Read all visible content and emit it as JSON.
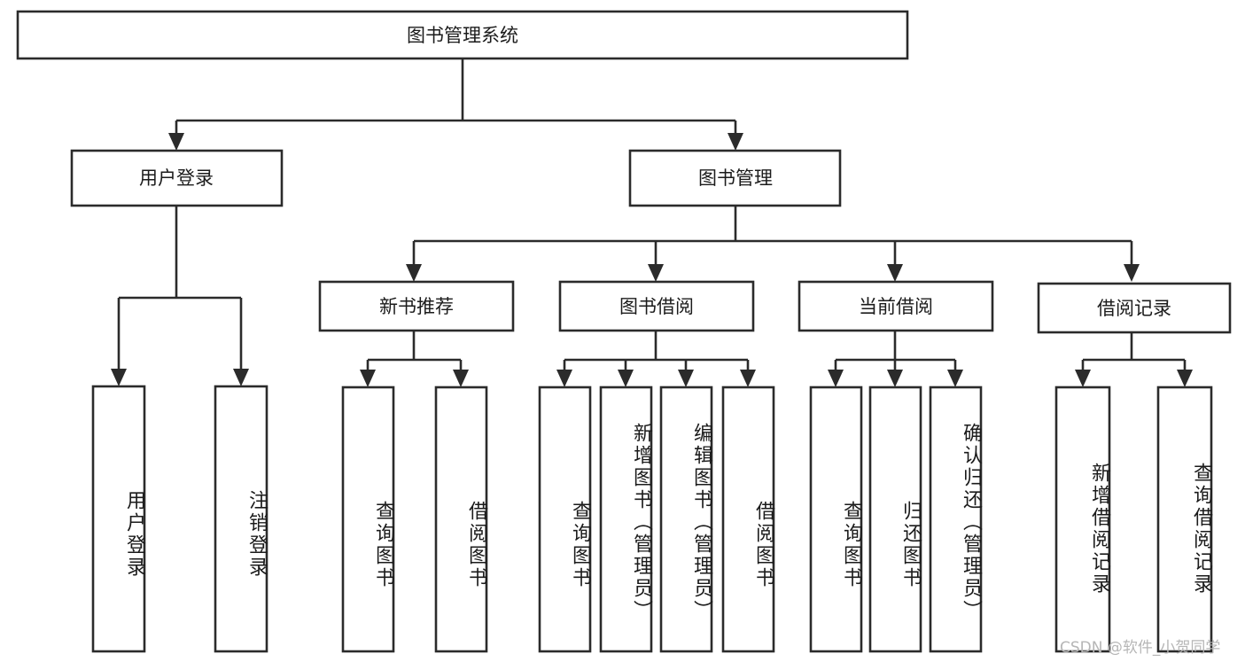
{
  "diagram": {
    "title": "图书管理系统",
    "type": "tree",
    "orientation": "top-down",
    "colors": {
      "box_stroke": "#2b2b2b",
      "box_fill": "#ffffff",
      "connector": "#2b2b2b",
      "text": "#1b1b1b",
      "watermark": "#b6b6b6",
      "background": "#ffffff"
    },
    "root": {
      "label": "图书管理系统"
    },
    "level1": [
      {
        "label": "用户登录"
      },
      {
        "label": "图书管理"
      }
    ],
    "level2": [
      {
        "label": "新书推荐"
      },
      {
        "label": "图书借阅"
      },
      {
        "label": "当前借阅"
      },
      {
        "label": "借阅记录"
      }
    ],
    "leaves_user_login": [
      {
        "label": "用户登录"
      },
      {
        "label": "注销登录"
      }
    ],
    "leaves_new_book": [
      {
        "label": "查询图书"
      },
      {
        "label": "借阅图书"
      }
    ],
    "leaves_borrow": [
      {
        "label": "查询图书"
      },
      {
        "label": "新增图书（管理员）"
      },
      {
        "label": "编辑图书（管理员）"
      },
      {
        "label": "借阅图书"
      }
    ],
    "leaves_current": [
      {
        "label": "查询图书"
      },
      {
        "label": "归还图书"
      },
      {
        "label": "确认归还（管理员）"
      }
    ],
    "leaves_record": [
      {
        "label": "新增借阅记录"
      },
      {
        "label": "查询借阅记录"
      }
    ]
  },
  "watermark": {
    "text": "CSDN @软件_小贺同学"
  }
}
